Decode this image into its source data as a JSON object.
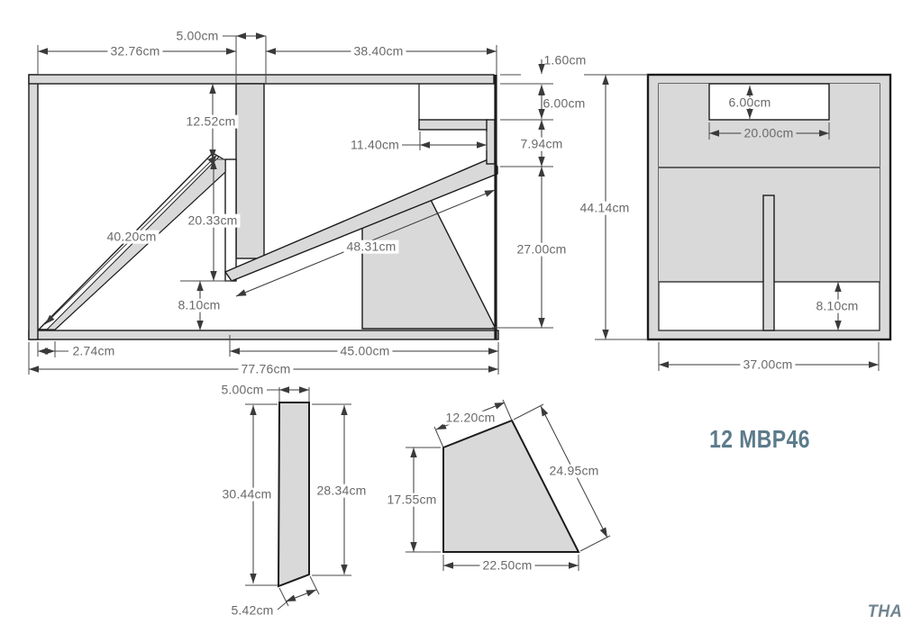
{
  "meta": {
    "title": "12 MBP46",
    "watermark": "THA",
    "unit": "cm"
  },
  "colors": {
    "background": "#ffffff",
    "panel_fill": "#d9d9d9",
    "outline": "#1c1c1c",
    "dim_line": "#3a3a3a",
    "dim_text": "#6a6a6a",
    "title_text": "#5c7b8b",
    "watermark_text": "#71858f"
  },
  "side_view": {
    "description": "side cross-section of speaker cabinet",
    "dims": {
      "top_left": "32.76cm",
      "divider_width": "5.00cm",
      "top_right": "38.40cm",
      "upper_depth": "12.52cm",
      "mid_depth": "20.33cm",
      "lower_gap": "8.10cm",
      "brace_long": "40.20cm",
      "brace_slope": "48.31cm",
      "port_shelf": "11.40cm",
      "wall_thickness": "1.60cm",
      "port_height": "6.00cm",
      "port_drop": "7.94cm",
      "lower_height": "27.00cm",
      "foot": "2.74cm",
      "bottom_span": "45.00cm",
      "total_width": "77.76cm",
      "total_height": "44.14cm"
    }
  },
  "front_view": {
    "description": "front panel of speaker cabinet",
    "dims": {
      "port_height": "6.00cm",
      "port_width": "20.00cm",
      "slot_height": "8.10cm",
      "width": "37.00cm"
    }
  },
  "piece_divider": {
    "description": "narrow divider board detail",
    "dims": {
      "top": "5.00cm",
      "left": "30.44cm",
      "right": "28.34cm",
      "bottom": "5.42cm"
    }
  },
  "piece_panel": {
    "description": "trapezoid brace panel detail",
    "dims": {
      "top": "12.20cm",
      "right": "24.95cm",
      "left": "17.55cm",
      "bottom": "22.50cm"
    }
  }
}
